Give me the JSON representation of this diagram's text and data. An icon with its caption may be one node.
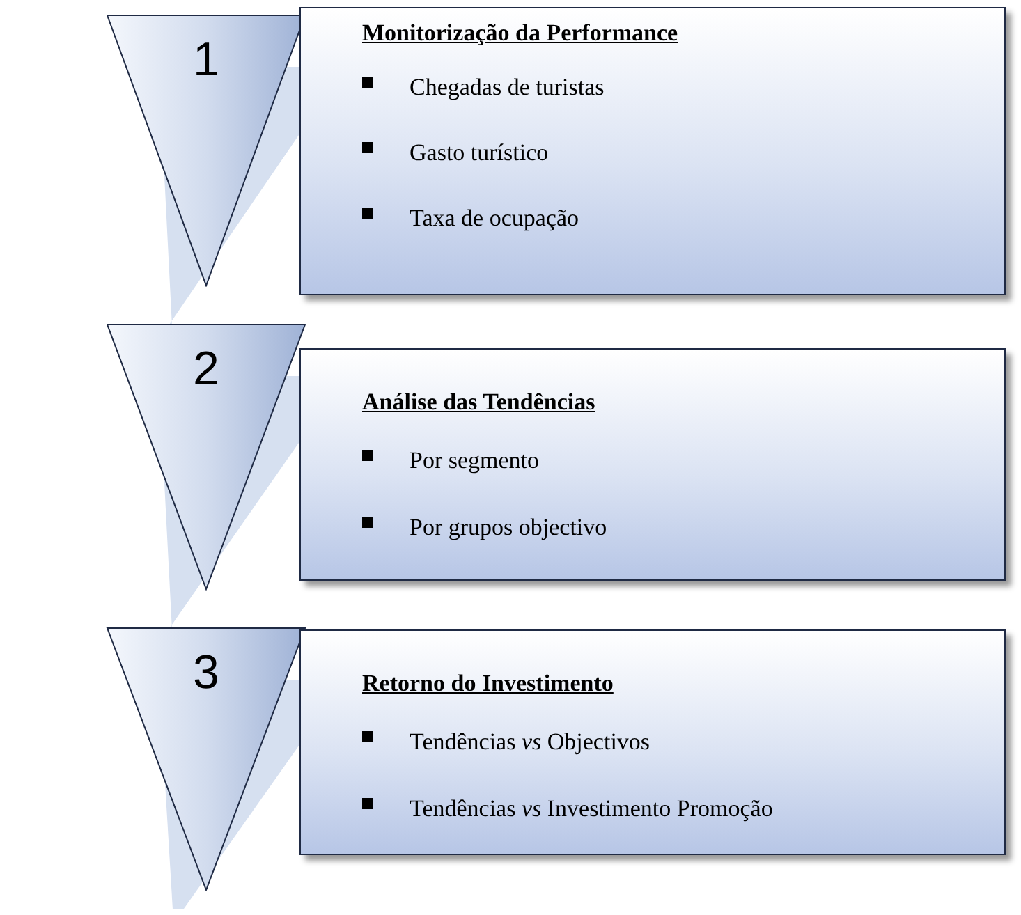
{
  "diagram": {
    "nodes": [
      {
        "text": [
          "1"
        ]
      },
      {
        "text": [
          "Monitorização da Performance",
          "Chegadas de turistas",
          "Gasto turístico",
          "Taxa de ocupação"
        ]
      },
      {
        "text": [
          "2"
        ]
      },
      {
        "text": [
          "Análise das Tendências",
          "Por segmento",
          "Por grupos objectivo"
        ]
      },
      {
        "text": [
          "3"
        ]
      },
      {
        "text": [
          "Retorno do Investimento",
          "Tendências *vs* Objectivos",
          "Tendências *vs* Investimento Promoção"
        ]
      }
    ],
    "edges": []
  }
}
